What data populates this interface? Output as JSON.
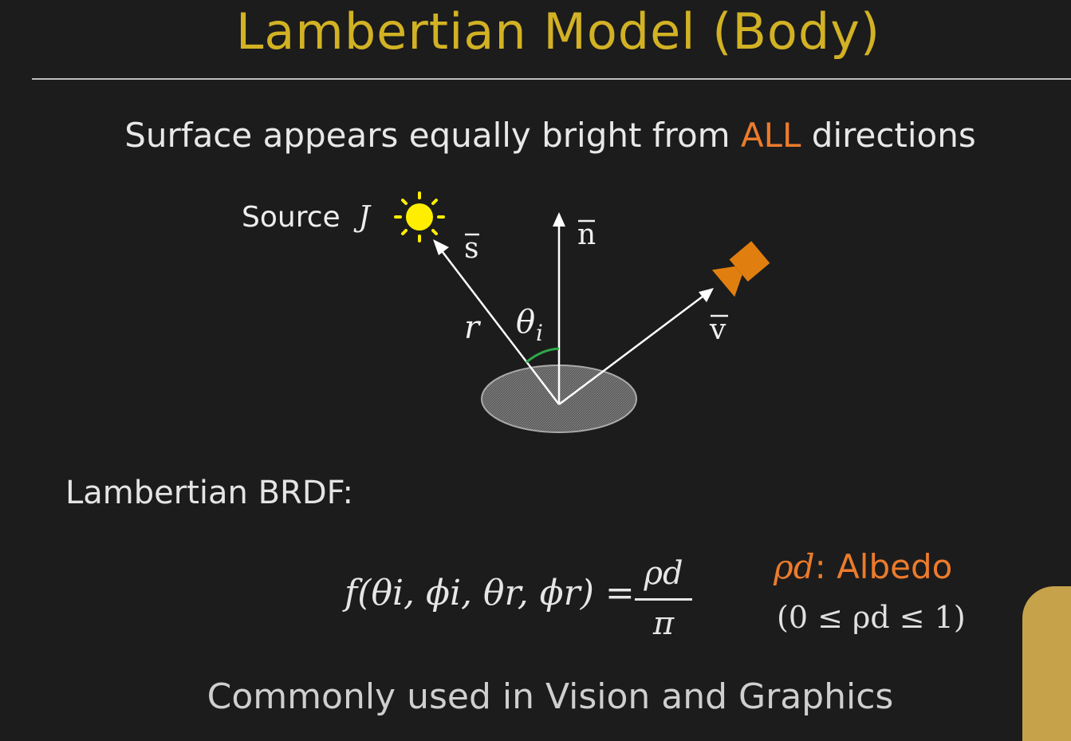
{
  "slide": {
    "title": "Lambertian Model (Body)",
    "subtitle_pre": "Surface appears equally bright from ",
    "subtitle_highlight": "ALL",
    "subtitle_post": " directions",
    "accent_color": "#ec7b2c",
    "title_color": "#d2b224"
  },
  "diagram": {
    "source_label": "Source",
    "source_symbol": "J",
    "vector_s": "s",
    "vector_n": "n",
    "vector_v": "v",
    "distance_r": "r",
    "angle_theta": "θ",
    "angle_sub": "i",
    "icons": [
      "sun-icon",
      "camera-icon",
      "surface-patch"
    ]
  },
  "brdf": {
    "label": "Lambertian BRDF:",
    "lhs": "f(θi, ϕi, θr, ϕr) =",
    "numerator": "ρd",
    "denominator": "π",
    "albedo_symbol": "ρd",
    "albedo_label": ": Albedo",
    "albedo_range": "(0 ≤ ρd ≤ 1)"
  },
  "footer": "Commonly used in Vision and Graphics"
}
